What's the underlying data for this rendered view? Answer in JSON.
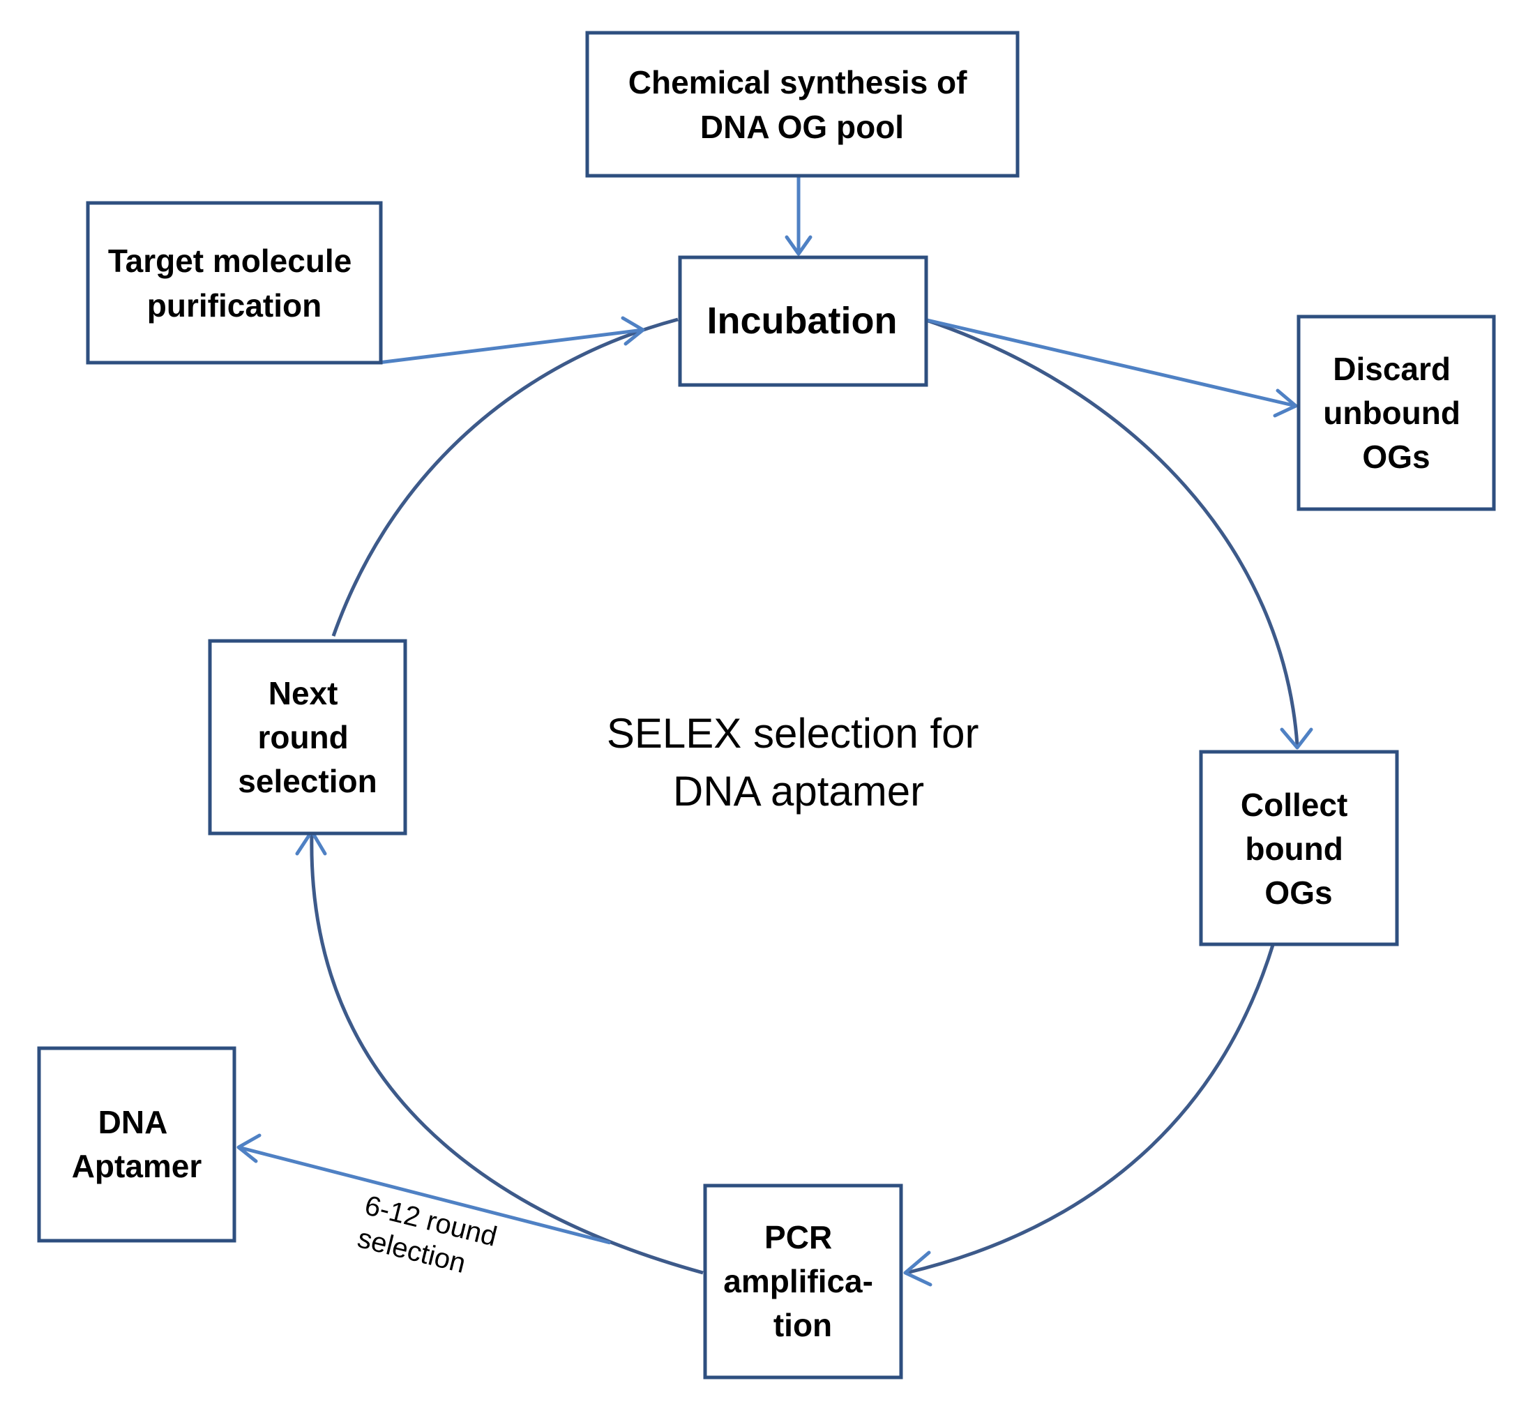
{
  "diagram": {
    "center_title": [
      "SELEX selection for",
      "DNA aptamer"
    ],
    "nodes": {
      "synthesis": [
        "Chemical synthesis of",
        "DNA OG pool"
      ],
      "target": [
        "Target molecule",
        "purification"
      ],
      "incubation": [
        "Incubation"
      ],
      "discard": [
        "Discard",
        "unbound",
        "OGs"
      ],
      "collect": [
        "Collect",
        "bound",
        "OGs"
      ],
      "pcr": [
        "PCR",
        "amplifica-",
        "tion"
      ],
      "next_round": [
        "Next",
        "round",
        "selection"
      ],
      "aptamer": [
        "DNA",
        "Aptamer"
      ]
    },
    "edge_labels": {
      "rounds": [
        "6-12 round",
        "selection"
      ]
    }
  },
  "colors": {
    "box_border": "#2e4f7f",
    "cycle_line": "#3d5a8a",
    "flow_arrow": "#4f81c4",
    "text": "#000000"
  }
}
